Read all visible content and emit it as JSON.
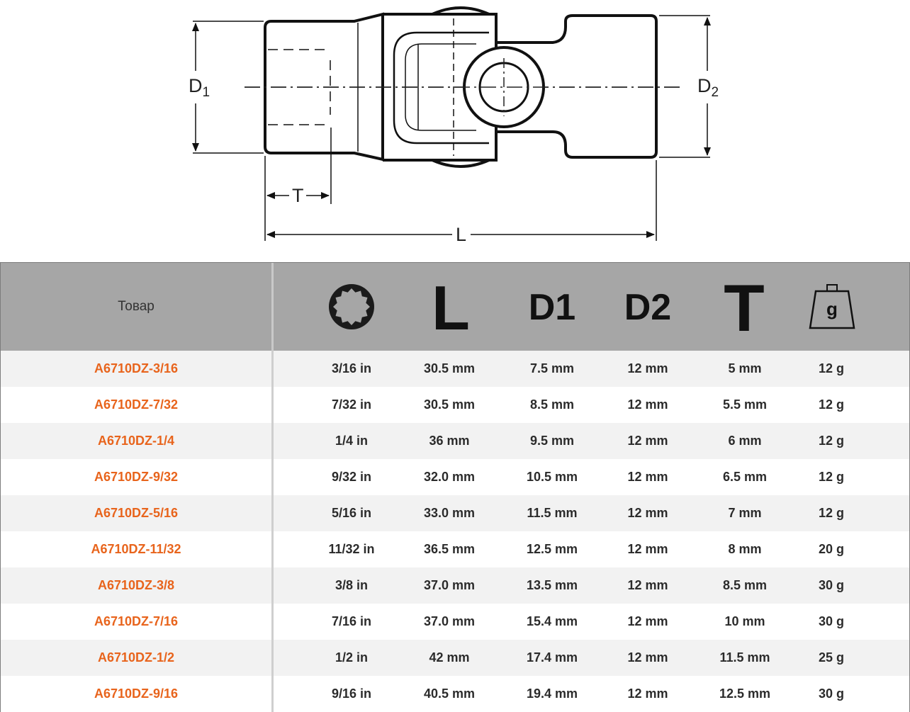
{
  "drawing": {
    "labels": {
      "d1": "D",
      "d1_sub": "1",
      "d2": "D",
      "d2_sub": "2",
      "t": "T",
      "l": "L"
    }
  },
  "table": {
    "product_header": "Товар",
    "icons": [
      "12-point-socket-icon",
      "length-icon",
      "d1-icon",
      "d2-icon",
      "depth-icon",
      "weight-icon"
    ],
    "icon_text": {
      "length": "L",
      "d1": "D1",
      "d2": "D2",
      "depth": "T",
      "weight": "g"
    },
    "rows": [
      {
        "product": "A6710DZ-3/16",
        "size": "3/16 in",
        "L": "30.5 mm",
        "D1": "7.5 mm",
        "D2": "12 mm",
        "T": "5 mm",
        "weight": "12 g"
      },
      {
        "product": "A6710DZ-7/32",
        "size": "7/32 in",
        "L": "30.5 mm",
        "D1": "8.5 mm",
        "D2": "12 mm",
        "T": "5.5 mm",
        "weight": "12 g"
      },
      {
        "product": "A6710DZ-1/4",
        "size": "1/4 in",
        "L": "36 mm",
        "D1": "9.5 mm",
        "D2": "12 mm",
        "T": "6 mm",
        "weight": "12 g"
      },
      {
        "product": "A6710DZ-9/32",
        "size": "9/32 in",
        "L": "32.0 mm",
        "D1": "10.5 mm",
        "D2": "12 mm",
        "T": "6.5 mm",
        "weight": "12 g"
      },
      {
        "product": "A6710DZ-5/16",
        "size": "5/16 in",
        "L": "33.0 mm",
        "D1": "11.5 mm",
        "D2": "12 mm",
        "T": "7 mm",
        "weight": "12 g"
      },
      {
        "product": "A6710DZ-11/32",
        "size": "11/32 in",
        "L": "36.5 mm",
        "D1": "12.5 mm",
        "D2": "12 mm",
        "T": "8 mm",
        "weight": "20 g"
      },
      {
        "product": "A6710DZ-3/8",
        "size": "3/8 in",
        "L": "37.0 mm",
        "D1": "13.5 mm",
        "D2": "12 mm",
        "T": "8.5 mm",
        "weight": "30 g"
      },
      {
        "product": "A6710DZ-7/16",
        "size": "7/16 in",
        "L": "37.0 mm",
        "D1": "15.4 mm",
        "D2": "12 mm",
        "T": "10 mm",
        "weight": "30 g"
      },
      {
        "product": "A6710DZ-1/2",
        "size": "1/2 in",
        "L": "42 mm",
        "D1": "17.4 mm",
        "D2": "12 mm",
        "T": "11.5 mm",
        "weight": "25 g"
      },
      {
        "product": "A6710DZ-9/16",
        "size": "9/16 in",
        "L": "40.5 mm",
        "D1": "19.4 mm",
        "D2": "12 mm",
        "T": "12.5 mm",
        "weight": "30 g"
      }
    ]
  }
}
